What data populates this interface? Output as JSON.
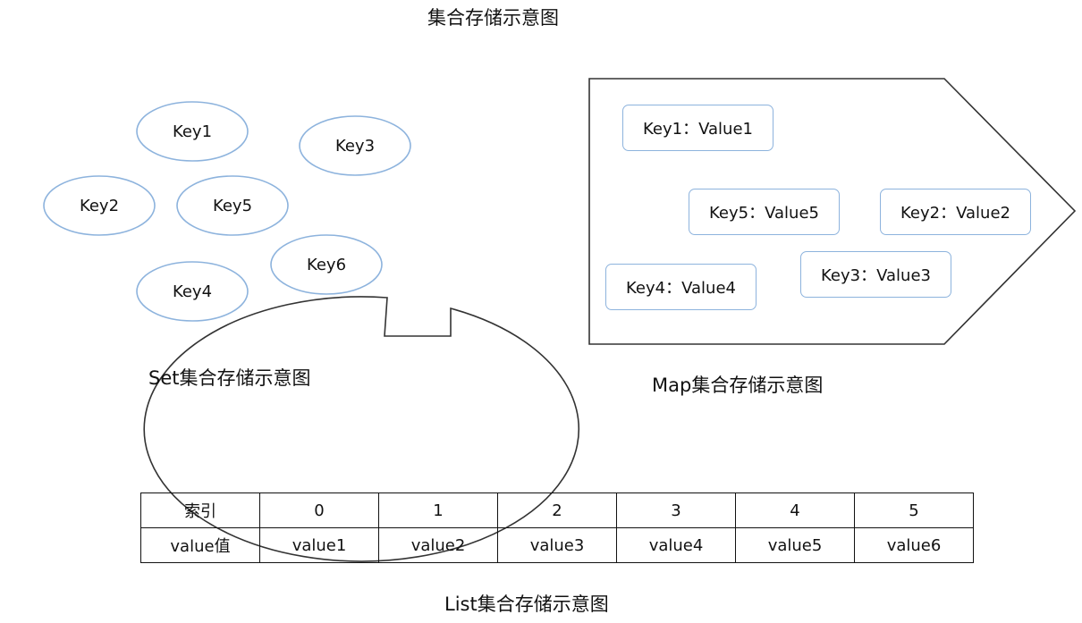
{
  "title": "集合存储示意图",
  "set": {
    "caption": "Set集合存储示意图",
    "keys": [
      "Key1",
      "Key3",
      "Key2",
      "Key5",
      "Key6",
      "Key4"
    ]
  },
  "map": {
    "caption": "Map集合存储示意图",
    "pairs": [
      "Key1：Value1",
      "Key5：Value5",
      "Key2：Value2",
      "Key4：Value4",
      "Key3：Value3"
    ]
  },
  "list": {
    "caption": "List集合存储示意图",
    "index_header": "索引",
    "value_header": "value值",
    "indices": [
      "0",
      "1",
      "2",
      "3",
      "4",
      "5"
    ],
    "values": [
      "value1",
      "value2",
      "value3",
      "value4",
      "value5",
      "value6"
    ]
  },
  "colors": {
    "outline": "#333333",
    "node_border": "#8db3dd"
  }
}
